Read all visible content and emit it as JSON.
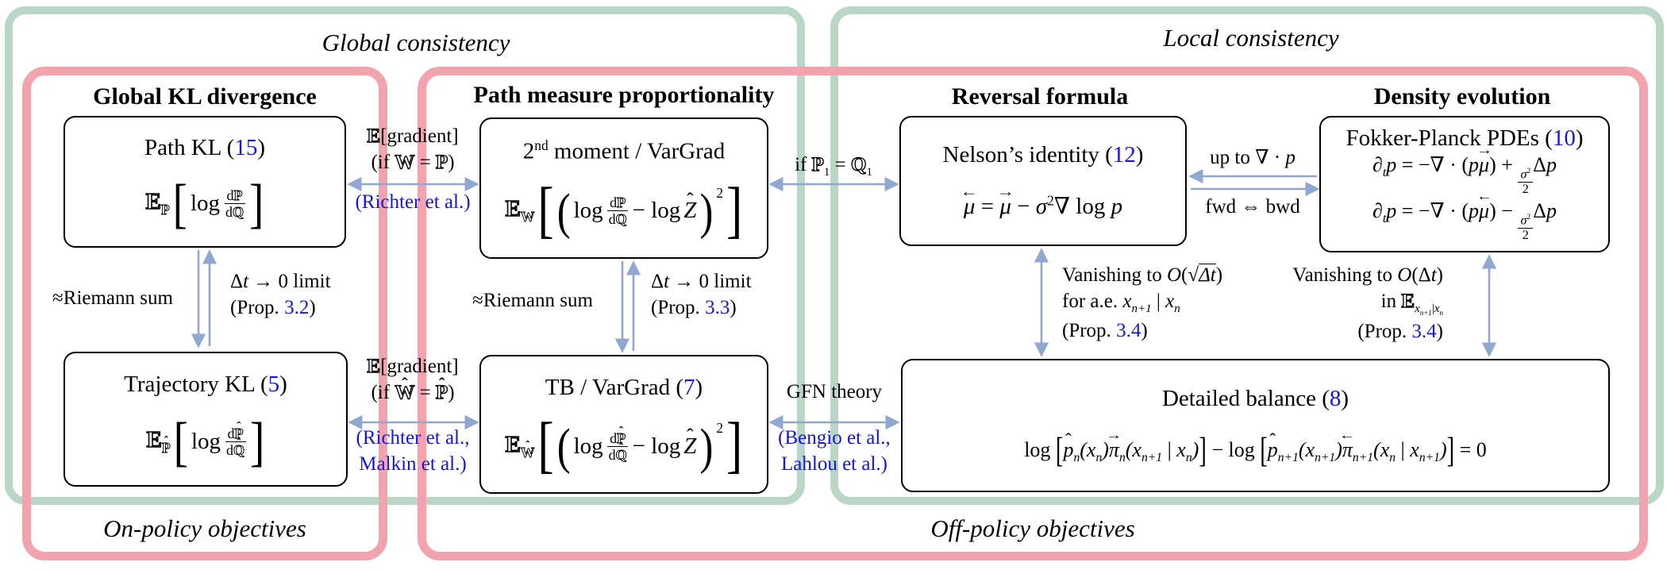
{
  "colors": {
    "green_frame": "#b9d6c7",
    "pink_frame": "#f2a4ae",
    "arrow": "#90a8cf",
    "link": "#1515dc",
    "text": "#000000"
  },
  "frames": {
    "global": {
      "label": "Global consistency"
    },
    "local": {
      "label": "Local consistency"
    },
    "on_policy": {
      "label": "On-policy objectives"
    },
    "off_policy": {
      "label": "Off-policy objectives"
    }
  },
  "headers": {
    "col1": "Global KL divergence",
    "col2": "Path measure proportionality",
    "col3": "Reversal formula",
    "col4": "Density evolution"
  },
  "boxes": {
    "path_kl": {
      "title": "Path KL (",
      "ref": "15",
      "close": ")",
      "E": "E",
      "Esub": "P",
      "lb": "[",
      "log": "log",
      "num_d": "d",
      "num_P": "P",
      "den_d": "d",
      "den_Q": "Q",
      "rb": "]"
    },
    "second_moment": {
      "title_a": "2",
      "title_sup": "nd",
      "title_b": " moment / VarGrad",
      "E": "E",
      "Esub": "W",
      "lb": "[",
      "lp": "(",
      "log1": "log",
      "num_d": "d",
      "num_P": "P",
      "den_d": "d",
      "den_Q": "Q",
      "minus": "− log",
      "Z": "Z",
      "rp": ")",
      "sq": "2",
      "rb": "]"
    },
    "nelson": {
      "title": "Nelson’s identity (",
      "ref": "12",
      "close": ")",
      "mu1": "μ",
      "eq": " = ",
      "mu2": "μ",
      "minus": " − ",
      "sigma": "σ",
      "sup": "2",
      "nabla": "∇ log ",
      "p": "p"
    },
    "fokker": {
      "title": "Fokker-Planck PDEs (",
      "ref": "10",
      "close": ")",
      "l1_d": "∂",
      "l1_t": "t",
      "l1_p": "p",
      "l1_eq": " = −∇ · (",
      "l1_pm": "p",
      "l1_mu": "μ",
      "l1_cp": ") ",
      "l1_op": "+ ",
      "l1_num": "σ",
      "l1_sup": "2",
      "l1_den": "2",
      "l1_da": "Δ",
      "l1_db": "p",
      "l2_d": "∂",
      "l2_t": "t",
      "l2_p": "p",
      "l2_eq": " = −∇ · (",
      "l2_pm": "p",
      "l2_mu": "μ",
      "l2_cp": ") ",
      "l2_op": "− ",
      "l2_num": "σ",
      "l2_sup": "2",
      "l2_den": "2",
      "l2_da": "Δ",
      "l2_db": "p"
    },
    "traj_kl": {
      "title": "Trajectory KL (",
      "ref": "5",
      "close": ")",
      "E": "E",
      "Esub": "P",
      "lb": "[",
      "log": "log",
      "num_d": "d",
      "num_P": "P",
      "den_d": "d",
      "den_Q": "Q",
      "rb": "]"
    },
    "tb": {
      "title": "TB / VarGrad (",
      "ref": "7",
      "close": ")",
      "E": "E",
      "Esub": "W",
      "lb": "[",
      "lp": "(",
      "log1": "log",
      "num_d": "d",
      "num_P": "P",
      "den_d": "d",
      "den_Q": "Q",
      "minus": "− log",
      "Z": "Z",
      "rp": ")",
      "sq": "2",
      "rb": "]"
    },
    "db": {
      "title": "Detailed balance (",
      "ref": "8",
      "close": ")",
      "log1": "log ",
      "lb1": "[",
      "p1": "p",
      "p1s": "n",
      "x1": "(x",
      "x1s": "n",
      "cp1": ")",
      "pi1": "π",
      "pi1s": "n",
      "x2": "(x",
      "x2s": "n+1",
      "bar1": " | ",
      "x3": "x",
      "x3s": "n",
      "cp2": ")",
      "rb1": "]",
      "mid": " − log ",
      "lb2": "[",
      "p2": "p",
      "p2s": "n+1",
      "x4": "(x",
      "x4s": "n+1",
      "cp3": ")",
      "pi2": "π",
      "pi2s": "n+1",
      "x5": "(x",
      "x5s": "n",
      "bar2": " | ",
      "x6": "x",
      "x6s": "n+1",
      "cp4": ")",
      "rb2": "]",
      "eq": " = 0"
    }
  },
  "edges": {
    "grad_top": {
      "l1a": "E",
      "l1b": "[gradient]",
      "l2a": "(if ",
      "l2b": "W",
      "l2c": " = ",
      "l2d": "P",
      "l2e": ")",
      "cite": "(Richter et al.)"
    },
    "p1q1": {
      "a": "if ",
      "P": "P",
      "ps": "1",
      "eq": " = ",
      "Q": "Q",
      "qs": "1"
    },
    "upto": {
      "top_a": "up to ∇ · ",
      "top_p": "p",
      "bottom": "fwd ⇔ bwd"
    },
    "riemann1": {
      "left": "≈Riemann sum",
      "r1a": "Δ",
      "r1b": "t",
      "r1c": " → 0 limit",
      "r2a": "(Prop. ",
      "r2b": "3.2",
      "r2c": ")"
    },
    "riemann2": {
      "left": "≈Riemann sum",
      "r1a": "Δ",
      "r1b": "t",
      "r1c": " → 0 limit",
      "r2a": "(Prop. ",
      "r2b": "3.3",
      "r2c": ")"
    },
    "grad_bot": {
      "l1a": "E",
      "l1b": "[gradient]",
      "l2a": "(if ",
      "l2b": "W",
      "l2c": " = ",
      "l2d": "P",
      "l2e": ")",
      "cite1": "(Richter et al.,",
      "cite2": "Malkin et al.)"
    },
    "gfn": {
      "top": "GFN theory",
      "cite1": "(Bengio et al.,",
      "cite2": "Lahlou et al.)"
    },
    "vanish_sqrt": {
      "l1a": "Vanishing to ",
      "l1O": "O",
      "l1b": "(",
      "l1sqrt": "√",
      "l1c": "Δt",
      "l1d": ")",
      "l2a": "for a.e. ",
      "l2x1": "x",
      "l2s1": "n+1",
      "l2bar": " | ",
      "l2x2": "x",
      "l2s2": "n",
      "l3a": "(Prop. ",
      "l3b": "3.4",
      "l3c": ")"
    },
    "vanish_dt": {
      "l1a": "Vanishing to ",
      "l1O": "O",
      "l1b": "(Δ",
      "l1t": "t",
      "l1d": ")",
      "l2a": "in ",
      "l2E": "E",
      "l2x1": "x",
      "l2s1": "n+1",
      "l2bar": "|",
      "l2x2": "x",
      "l2s2": "n",
      "l3a": "(Prop. ",
      "l3b": "3.4",
      "l3c": ")"
    }
  }
}
